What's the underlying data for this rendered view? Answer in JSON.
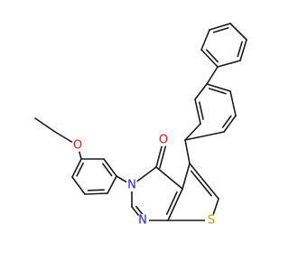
{
  "molecule": {
    "atoms": [
      {
        "id": "O1",
        "label": "O",
        "color": "#ff0d0d"
      },
      {
        "id": "N1",
        "label": "N",
        "color": "#2020ff"
      },
      {
        "id": "N2",
        "label": "N",
        "color": "#2020ff"
      },
      {
        "id": "O2",
        "label": "O",
        "color": "#ff0d0d"
      },
      {
        "id": "S1",
        "label": "S",
        "color": "#b8a000"
      }
    ],
    "bond_color": "#1a1a1a"
  }
}
